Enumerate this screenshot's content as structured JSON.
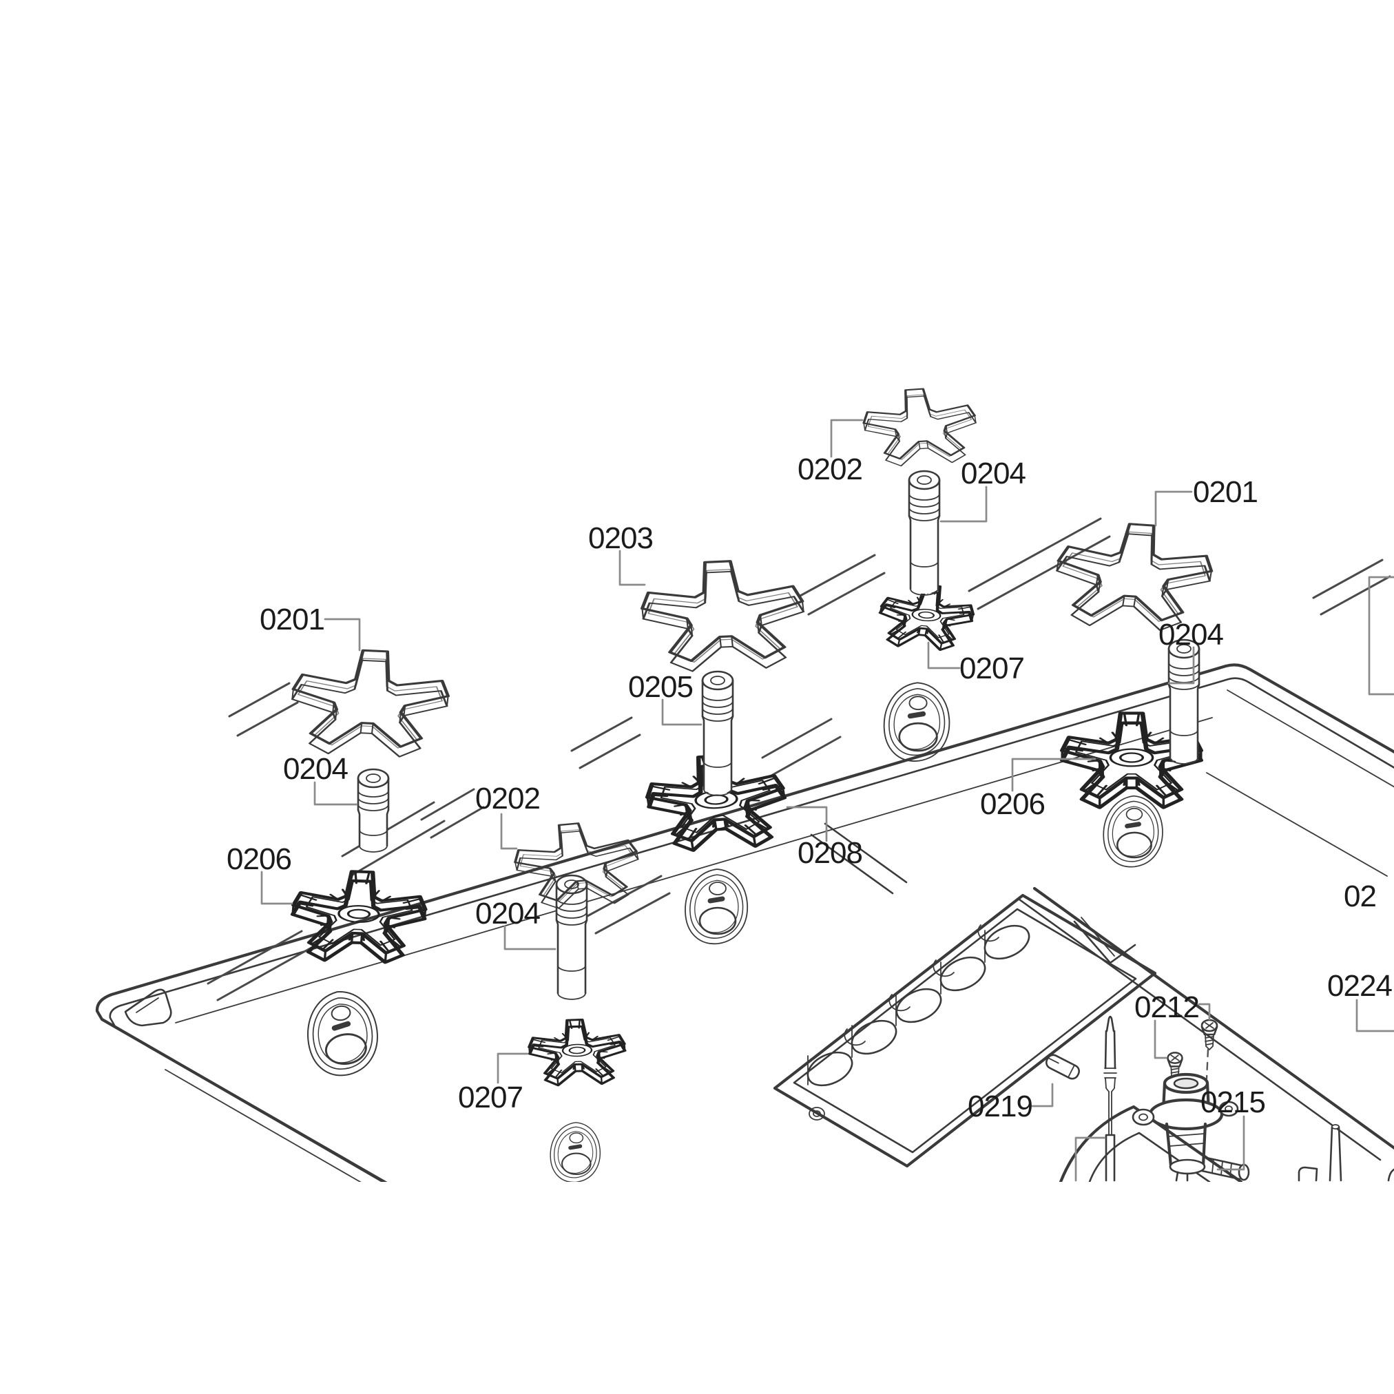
{
  "diagram": {
    "type": "exploded-parts-diagram",
    "subject": "gas-cooktop-burner-assembly",
    "background_color": "#ffffff",
    "line_color": "#3a3a3a",
    "dark_part_color": "#222222",
    "leader_color": "#8a8a8a",
    "label_color": "#1b1b1b",
    "part_numbers_visible": [
      "0201",
      "0202",
      "0203",
      "0204",
      "0205",
      "0206",
      "0207",
      "0208",
      "0212",
      "0215",
      "0219",
      "0224"
    ],
    "labels": [
      {
        "id": "0202-top",
        "text": "0202"
      },
      {
        "id": "0204-top",
        "text": "0204"
      },
      {
        "id": "0201-right",
        "text": "0201"
      },
      {
        "id": "0203",
        "text": "0203"
      },
      {
        "id": "0205",
        "text": "0205"
      },
      {
        "id": "0207-top",
        "text": "0207"
      },
      {
        "id": "0204-right",
        "text": "0204"
      },
      {
        "id": "0201-left",
        "text": "0201"
      },
      {
        "id": "0204-left",
        "text": "0204"
      },
      {
        "id": "0202-mid",
        "text": "0202"
      },
      {
        "id": "0206-right",
        "text": "0206"
      },
      {
        "id": "0208",
        "text": "0208"
      },
      {
        "id": "0206-left",
        "text": "0206"
      },
      {
        "id": "0204-mid",
        "text": "0204"
      },
      {
        "id": "0207-bottom",
        "text": "0207"
      },
      {
        "id": "0219",
        "text": "0219"
      },
      {
        "id": "0212",
        "text": "0212"
      },
      {
        "id": "0215",
        "text": "0215"
      },
      {
        "id": "0224",
        "text": "0224"
      },
      {
        "id": "02-truncated",
        "text": "02"
      }
    ]
  }
}
